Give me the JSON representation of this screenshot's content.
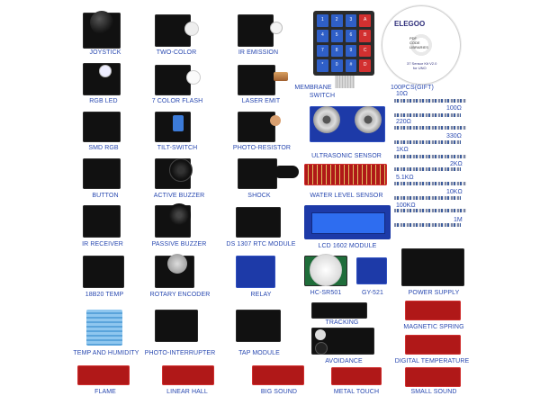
{
  "image": {
    "description_labels": {
      "row1": [
        "JOYSTICK",
        "TWO-COLOR",
        "IR EMISSION"
      ],
      "row2": [
        "RGB LED",
        "7 COLOR FLASH",
        "LASER EMIT"
      ],
      "row3": [
        "SMD RGB",
        "TILT-SWITCH",
        "PHOTO-RESISTOR"
      ],
      "row4": [
        "BUTTON",
        "ACTIVE BUZZER",
        "SHOCK"
      ],
      "row5": [
        "IR RECEIVER",
        "PASSIVE BUZZER",
        "DS 1307 RTC MODULE"
      ],
      "row6": [
        "18B20 TEMP",
        "ROTARY ENCODER",
        "RELAY"
      ],
      "row7": [
        "TEMP AND HUMIDITY",
        "PHOTO-INTERRUPTER",
        "TAP MODULE"
      ],
      "row8": [
        "FLAME",
        "LINEAR HALL",
        "BIG SOUND"
      ]
    },
    "center_labels": {
      "membrane_line1": "MEMBRANE",
      "membrane_line2": "SWITCH",
      "cd": "100PCS(GIFT)",
      "ultrasonic": "ULTRASONIC SENSOR",
      "water": "WATER LEVEL SENSOR",
      "lcd": "LCD 1602 MODULE",
      "hc": "HC-SR501",
      "gy": "GY-521",
      "power": "POWER SUPPLY",
      "tracking": "TRACKING",
      "magnetic": "MAGNETIC SPRING",
      "avoidance": "AVOIDANCE",
      "digital_temp": "DIGITAL TEMPERATURE",
      "metal": "METAL TOUCH",
      "small_sound": "SMALL SOUND"
    },
    "resistor_labels": {
      "r10": "10Ω",
      "r100": "100Ω",
      "r220": "220Ω",
      "r330": "330Ω",
      "r1k": "1KΩ",
      "r2k": "2KΩ",
      "r5k": "5.1KΩ",
      "r10k": "10KΩ",
      "r100k": "100KΩ",
      "r1m": "1M"
    },
    "cd": {
      "brand": "ELEGOO",
      "line1": "PDF",
      "line2": "CODE",
      "line3": "LIBRARIES",
      "line4": "37 Sensor Kit V2.0",
      "line5": "for UNO"
    },
    "keypad": [
      "1",
      "2",
      "3",
      "A",
      "4",
      "5",
      "6",
      "B",
      "7",
      "8",
      "9",
      "C",
      "*",
      "0",
      "#",
      "D"
    ],
    "colors": {
      "label": "#2848b0",
      "board_black": "#111111",
      "board_red": "#b01818",
      "board_blue": "#1d3aa8"
    }
  }
}
